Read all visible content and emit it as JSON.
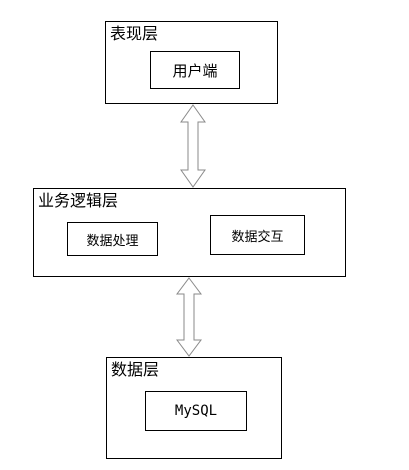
{
  "diagram": {
    "presentation_layer": {
      "title": "表现层",
      "nodes": [
        {
          "label": "用户端"
        }
      ]
    },
    "business_layer": {
      "title": "业务逻辑层",
      "nodes": [
        {
          "label": "数据处理"
        },
        {
          "label": "数据交互"
        }
      ]
    },
    "data_layer": {
      "title": "数据层",
      "nodes": [
        {
          "label": "MySQL"
        }
      ]
    },
    "connections": [
      {
        "from": "表现层",
        "to": "业务逻辑层",
        "style": "double-headed"
      },
      {
        "from": "业务逻辑层",
        "to": "数据层",
        "style": "double-headed"
      }
    ],
    "colors": {
      "stroke": "#000000",
      "arrow_stroke": "#8a8a8a",
      "arrow_fill": "#ffffff"
    }
  }
}
